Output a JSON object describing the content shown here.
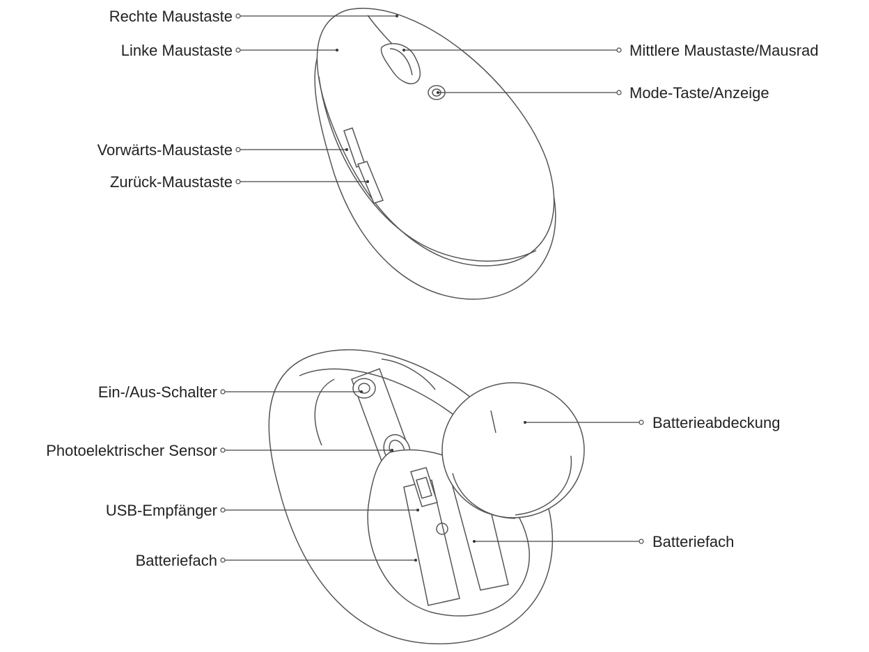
{
  "top_view": {
    "labels": {
      "right_button": "Rechte Maustaste",
      "left_button": "Linke Maustaste",
      "middle_button": "Mittlere Maustaste/Mausrad",
      "mode_button": "Mode-Taste/Anzeige",
      "forward_button": "Vorwärts-Maustaste",
      "back_button": "Zurück-Maustaste"
    }
  },
  "bottom_view": {
    "labels": {
      "power_switch": "Ein-/Aus-Schalter",
      "sensor": "Photoelektrischer Sensor",
      "usb_receiver": "USB-Empfänger",
      "battery_left": "Batteriefach",
      "battery_cover": "Batterieabdeckung",
      "battery_right": "Batteriefach"
    }
  },
  "colors": {
    "line": "#555555",
    "text": "#222222"
  }
}
